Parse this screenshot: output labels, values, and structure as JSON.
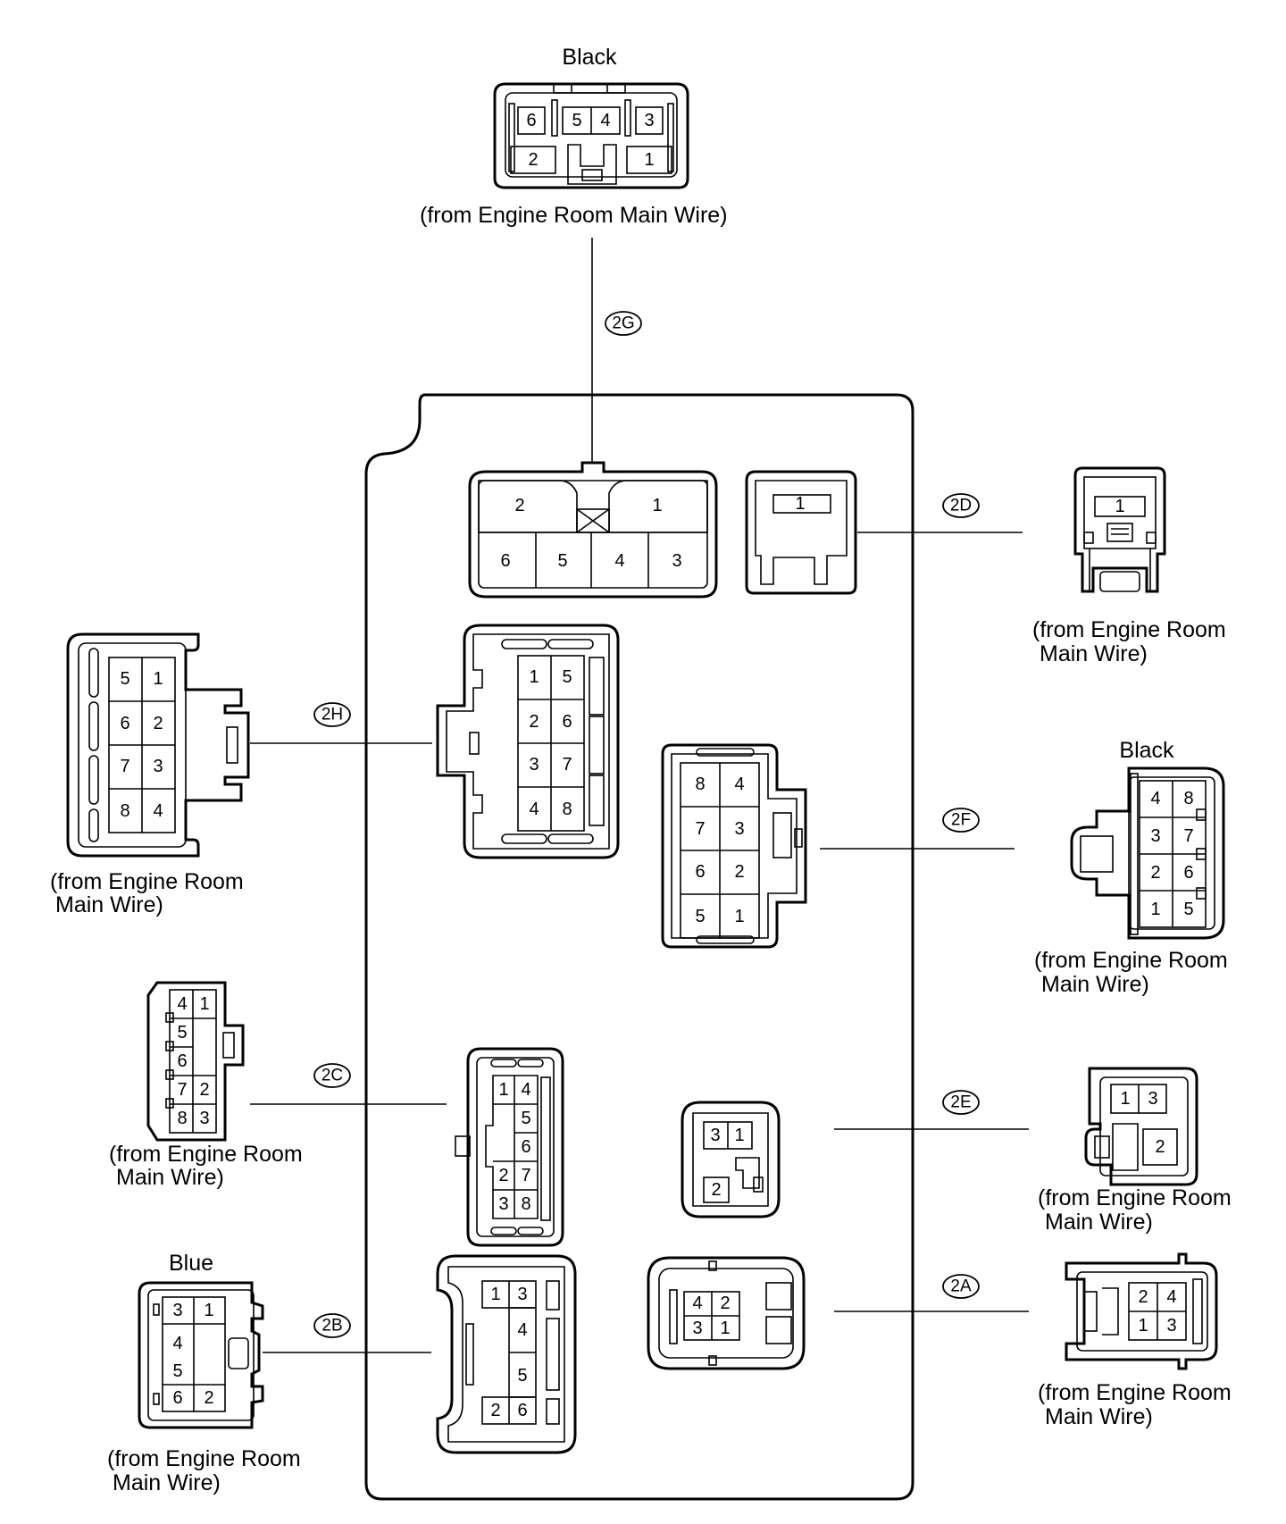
{
  "source_label": "(from Engine Room Main Wire)",
  "source_label_line1": "(from Engine Room",
  "source_label_line2": "Main Wire)",
  "connectors": {
    "2G": {
      "tag": "2G",
      "color": "Black",
      "pins": [
        "1",
        "2",
        "3",
        "4",
        "5",
        "6"
      ]
    },
    "2D": {
      "tag": "2D",
      "pins": [
        "1"
      ]
    },
    "2H": {
      "tag": "2H",
      "pins": [
        "1",
        "2",
        "3",
        "4",
        "5",
        "6",
        "7",
        "8"
      ]
    },
    "2F": {
      "tag": "2F",
      "color": "Black",
      "pins": [
        "1",
        "2",
        "3",
        "4",
        "5",
        "6",
        "7",
        "8"
      ]
    },
    "2C": {
      "tag": "2C",
      "pins": [
        "1",
        "2",
        "3",
        "4",
        "5",
        "6",
        "7",
        "8"
      ]
    },
    "2E": {
      "tag": "2E",
      "pins": [
        "1",
        "2",
        "3"
      ]
    },
    "2B": {
      "tag": "2B",
      "color": "Blue",
      "pins": [
        "1",
        "2",
        "3",
        "4",
        "5",
        "6"
      ]
    },
    "2A": {
      "tag": "2A",
      "pins": [
        "1",
        "2",
        "3",
        "4"
      ]
    }
  }
}
